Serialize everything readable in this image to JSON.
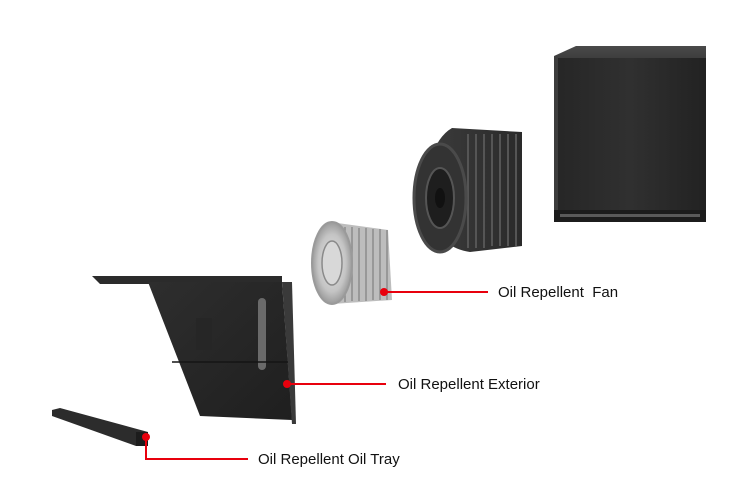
{
  "callouts": {
    "fan": {
      "label": "Oil Repellent  Fan"
    },
    "exterior": {
      "label": "Oil Repellent Exterior"
    },
    "tray": {
      "label": "Oil Repellent Oil Tray"
    }
  },
  "colors": {
    "callout_line": "#e8000d",
    "component_dark": "#2a2a2a",
    "component_mid": "#3a3a3a",
    "impeller_light": "#c9c9c9"
  },
  "components": [
    "motor-housing",
    "fan-volute",
    "impeller",
    "exterior-panel",
    "oil-tray"
  ]
}
